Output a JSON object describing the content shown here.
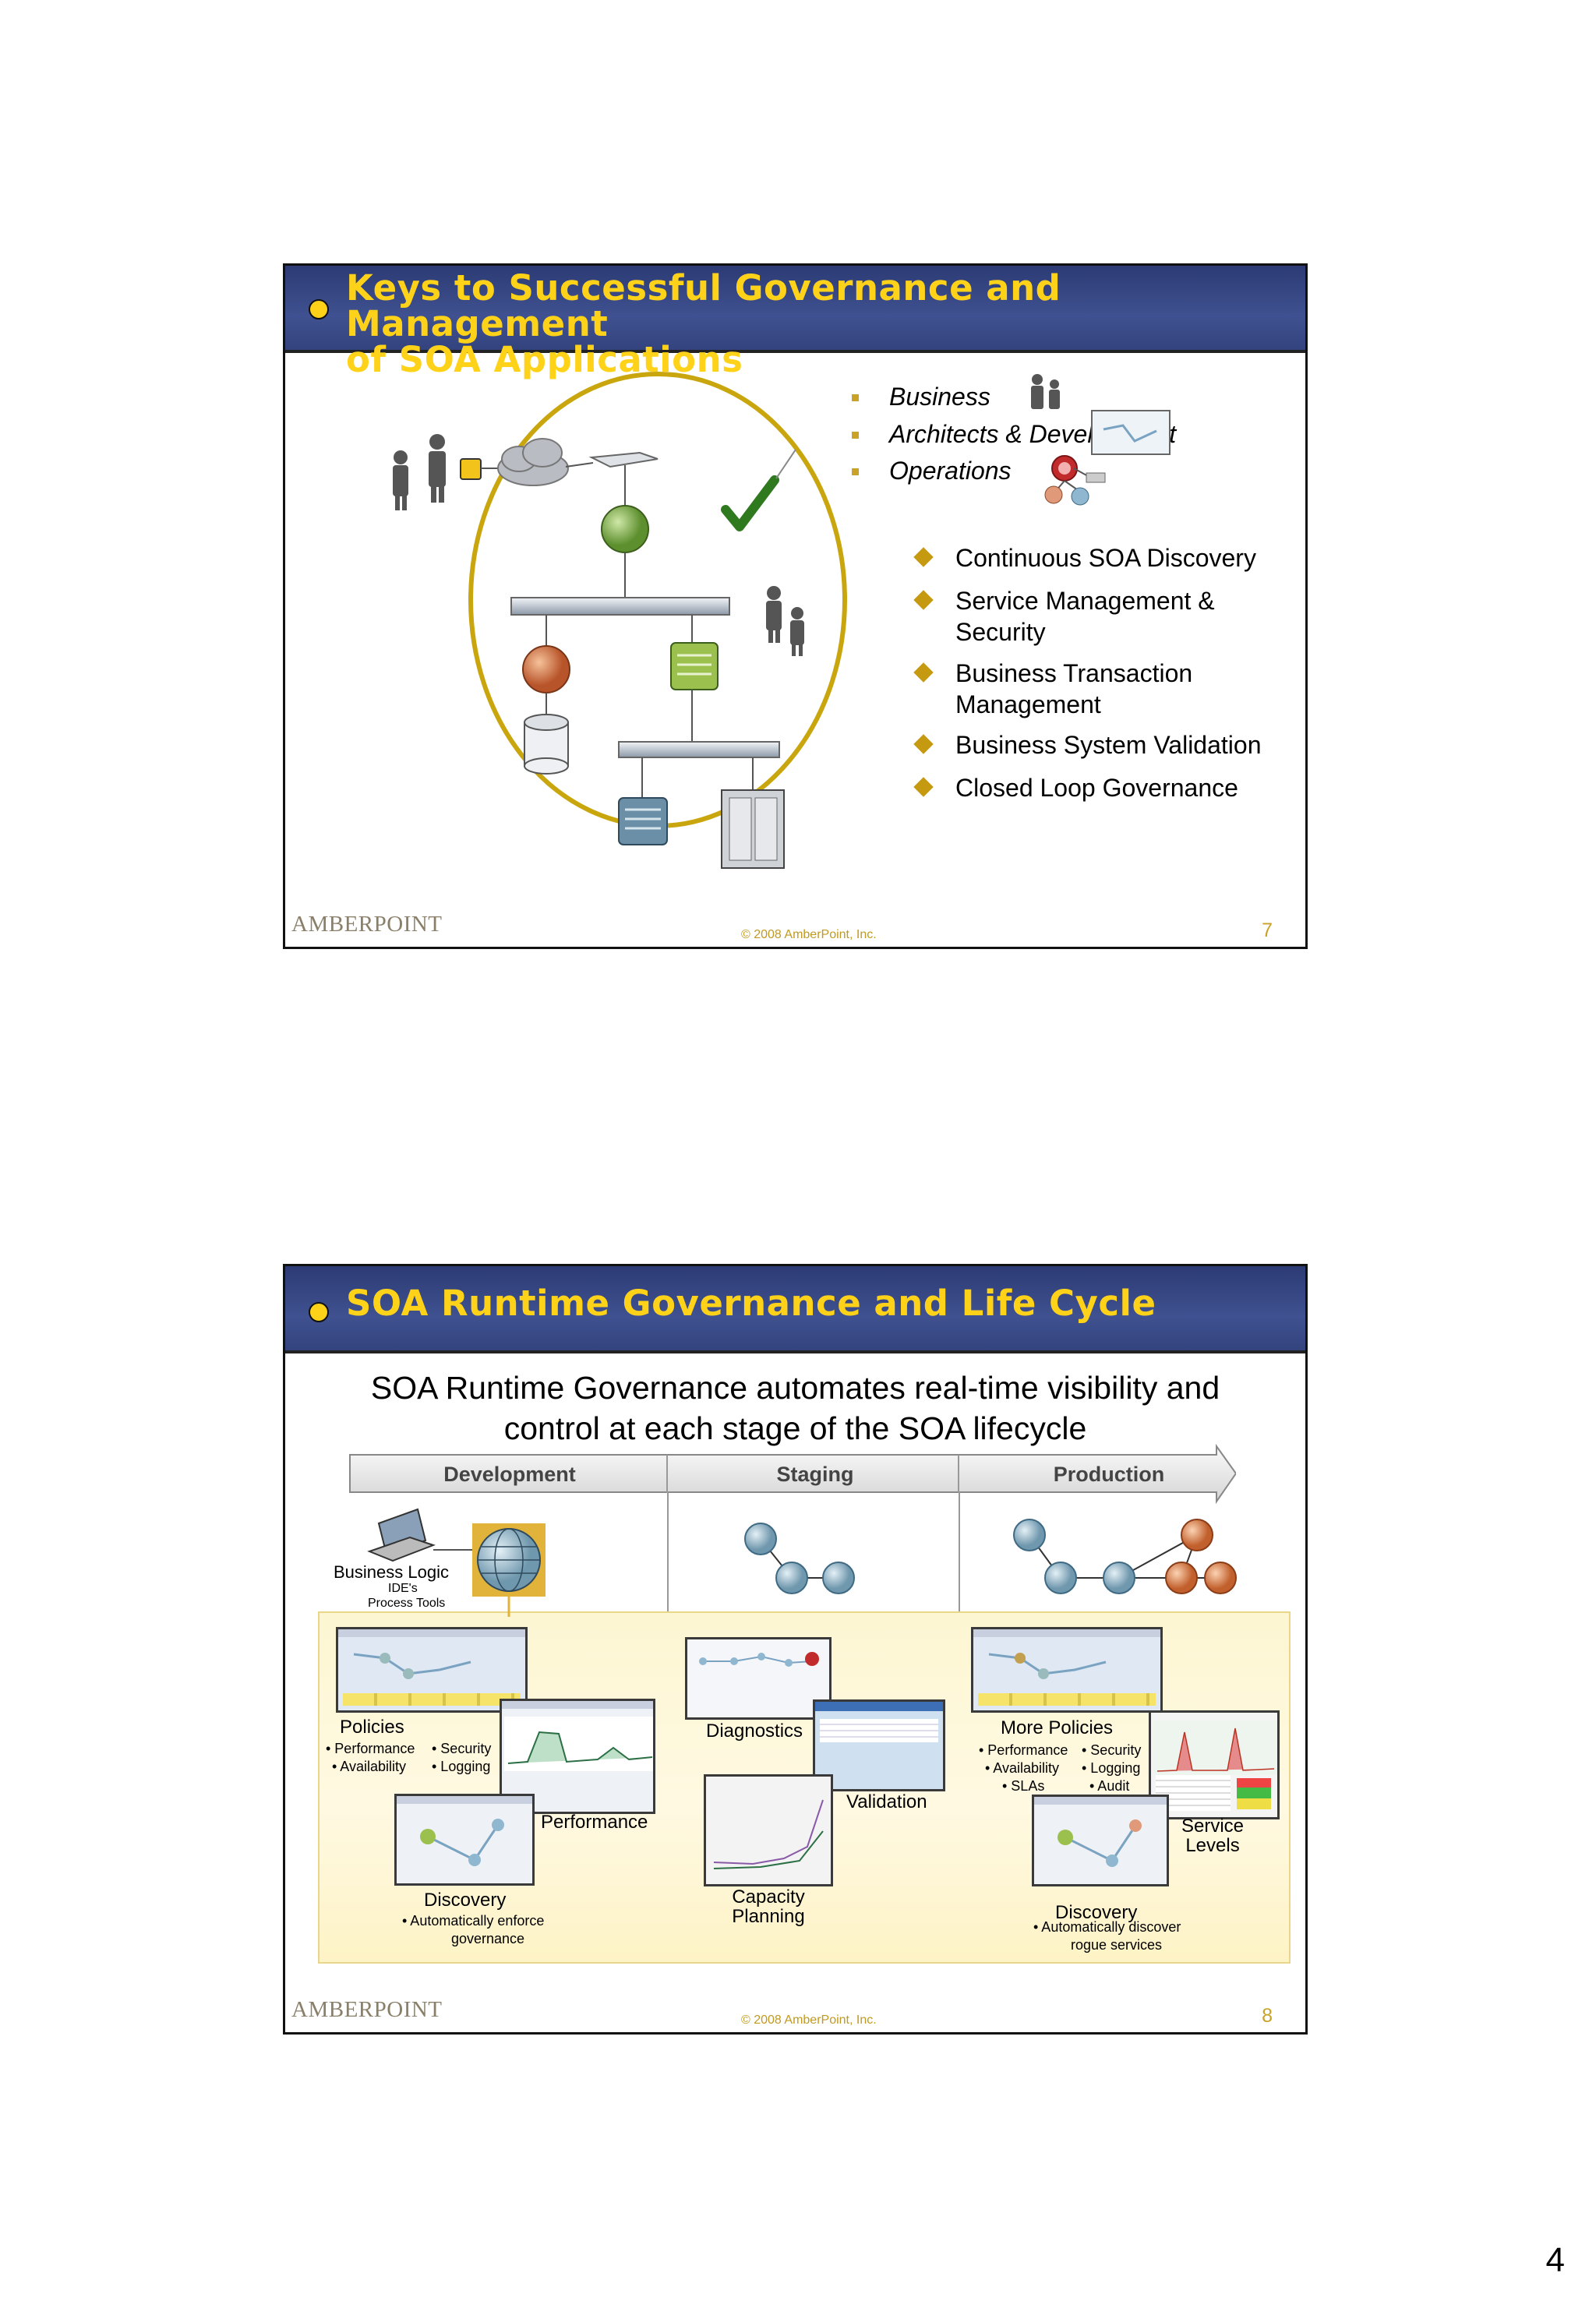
{
  "slide1": {
    "title": "Keys to Successful Governance and Management\nof SOA Applications",
    "roles": [
      "Business",
      "Architects & Development",
      "Operations"
    ],
    "keys": [
      "Continuous SOA Discovery",
      "Service Management &\nSecurity",
      "Business Transaction\nManagement",
      "Business System Validation",
      "Closed Loop Governance"
    ],
    "logo": "AMBERPOINT",
    "copyright": "© 2008 AmberPoint, Inc.",
    "page": "7"
  },
  "slide2": {
    "title": "SOA Runtime Governance and Life Cycle",
    "subtitle_line1": "SOA Runtime Governance automates real-time visibility and",
    "subtitle_line2": "control at each stage of the SOA lifecycle",
    "stages": [
      "Development",
      "Staging",
      "Production"
    ],
    "business_logic": "Business Logic",
    "ides": "IDE's",
    "process_tools": "Process Tools",
    "policies": "Policies",
    "policies_left": [
      "• Performance",
      "• Availability"
    ],
    "policies_right": [
      "• Security",
      "• Logging"
    ],
    "performance": "Performance",
    "discovery_dev": "Discovery",
    "discovery_dev_note_1": "•  Automatically enforce",
    "discovery_dev_note_2": "governance",
    "diagnostics": "Diagnostics",
    "validation": "Validation",
    "capacity_1": "Capacity",
    "capacity_2": "Planning",
    "more_policies": "More Policies",
    "more_left": [
      "• Performance",
      "• Availability",
      "• SLAs"
    ],
    "more_right": [
      "• Security",
      "• Logging",
      "• Audit"
    ],
    "service_levels_1": "Service",
    "service_levels_2": "Levels",
    "discovery_prod": "Discovery",
    "discovery_prod_note_1": "•  Automatically discover",
    "discovery_prod_note_2": "rogue services",
    "logo": "AMBERPOINT",
    "copyright": "© 2008 AmberPoint, Inc.",
    "page": "8"
  },
  "page_number": "4",
  "colors": {
    "header": "#3a4b88",
    "title": "#ffd21a",
    "accent": "#c9a227",
    "panel": "#fbf3c8"
  }
}
